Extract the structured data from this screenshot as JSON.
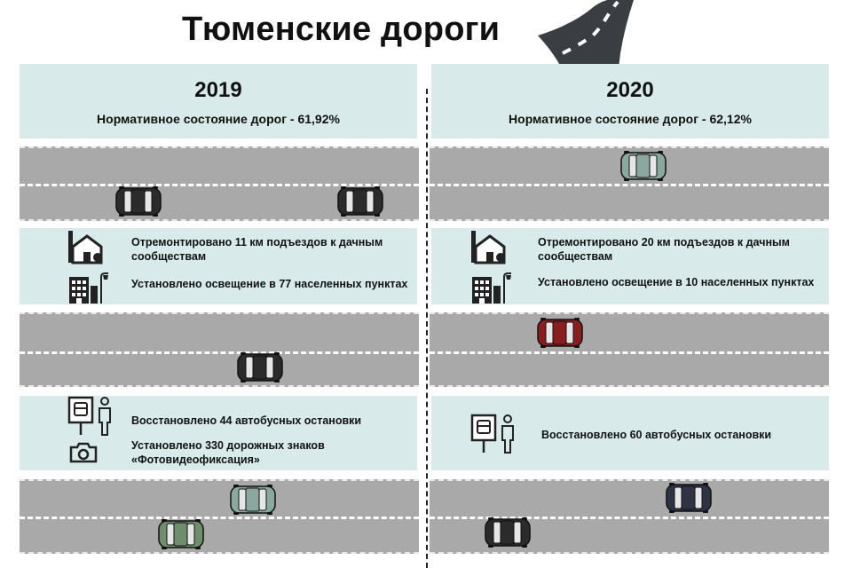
{
  "title": "Тюменские дороги",
  "left": {
    "year": "2019",
    "norm": "Нормативное состояние дорог - 61,92%",
    "items1": [
      "Отремонтировано 11 км подъездов к дачным сообществам",
      "Установлено освещение в 77 населенных пунктах"
    ],
    "items2": [
      "Восстановлено 44 автобусных остановки",
      "Установлено 330 дорожных знаков «Фотовидеофиксация»"
    ]
  },
  "right": {
    "year": "2020",
    "norm": "Нормативное состояние дорог - 62,12%",
    "items1": [
      "Отремонтировано 20 км подъездов к дачным сообществам",
      "Установлено освещение в 10 населенных пунктах"
    ],
    "items2": [
      "Восстановлено 60 автобусных остановки"
    ]
  },
  "icons": [
    "house-icon",
    "streetlight-building-icon",
    "bus-stop-icon",
    "camera-icon",
    "car-icon",
    "road-icon"
  ],
  "colors": {
    "panel": "#d8ebea",
    "road": "#a9a9a9",
    "car_dark": "#2b2b2b",
    "car_teal": "#8aa8a0",
    "car_red": "#8a1e1e",
    "car_green": "#6f8f6c",
    "car_navy": "#2e3446"
  }
}
